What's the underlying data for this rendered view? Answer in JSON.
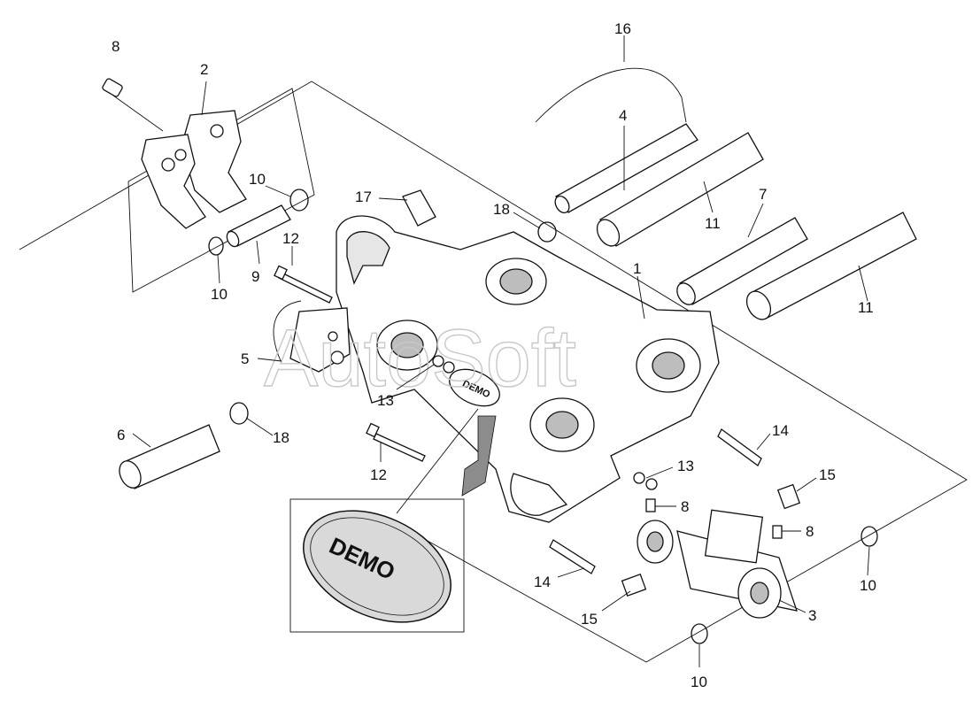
{
  "callouts": {
    "c1": "1",
    "c2": "2",
    "c3": "3",
    "c4": "4",
    "c5": "5",
    "c6": "6",
    "c7": "7",
    "c8_top": "8",
    "c8_mid": "8",
    "c8_right": "8",
    "c9": "9",
    "c10_top": "10",
    "c10_left": "10",
    "c10_right": "10",
    "c10_bottom": "10",
    "c11_upper": "11",
    "c11_lower": "11",
    "c12_top": "12",
    "c12_bottom": "12",
    "c13_left": "13",
    "c13_right": "13",
    "c14_upper": "14",
    "c14_lower": "14",
    "c15_upper": "15",
    "c15_lower": "15",
    "c16": "16",
    "c17": "17",
    "c18_top": "18",
    "c18_left": "18"
  },
  "watermark": "AutoSoft",
  "logo": {
    "text": "DEMO",
    "colors": {
      "oval_fill": "#d9d9d9",
      "letters": "#111111"
    }
  },
  "colors": {
    "line": "#111111",
    "part_fill": "#ffffff",
    "shade": "#bdbdbd",
    "dark_shade": "#8c8c8c"
  }
}
